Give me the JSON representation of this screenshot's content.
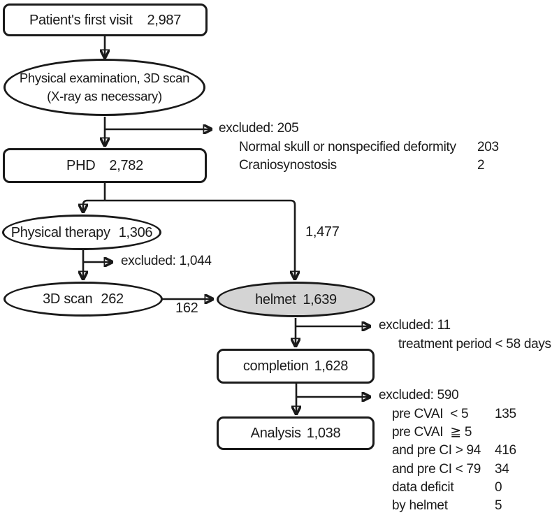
{
  "nodes": {
    "first_visit": {
      "label": "Patient's first visit",
      "count": "2,987"
    },
    "examination": {
      "line1": "Physical examination, 3D scan",
      "line2": "(X-ray as necessary)"
    },
    "phd": {
      "label": "PHD",
      "count": "2,782"
    },
    "physical_therapy": {
      "label": "Physical therapy",
      "count": "1,306"
    },
    "scan_3d": {
      "label": "3D scan",
      "count": "262"
    },
    "helmet": {
      "label": "helmet",
      "count": "1,639"
    },
    "completion": {
      "label": "completion",
      "count": "1,628"
    },
    "analysis": {
      "label": "Analysis",
      "count": "1,038"
    }
  },
  "edges": {
    "phd_to_helmet": "1,477",
    "scan_to_helmet": "162"
  },
  "exclusions": {
    "after_examination": {
      "title": "excluded: 205",
      "items": [
        {
          "label": "Normal skull or nonspecified deformity",
          "value": "203"
        },
        {
          "label": "Craniosynostosis",
          "value": "2"
        }
      ]
    },
    "after_physical_therapy": {
      "title": "excluded: 1,044"
    },
    "after_helmet": {
      "title": "excluded: 11",
      "items": [
        {
          "label": "treatment period < 58 days",
          "value": ""
        }
      ]
    },
    "after_completion": {
      "title": "excluded: 590",
      "items": [
        {
          "label": "pre CVAI  < 5",
          "value": "135"
        },
        {
          "label": "pre CVAI  ≧ 5",
          "value": ""
        },
        {
          "label": "and pre CI > 94",
          "value": "416"
        },
        {
          "label": "and pre CI < 79",
          "value": "34"
        },
        {
          "label": "data deficit",
          "value": "0"
        },
        {
          "label": "by helmet",
          "value": "5"
        }
      ]
    }
  },
  "colors": {
    "stroke": "#1a1a1a",
    "helmet_fill": "#d4d4d4",
    "background": "#ffffff"
  }
}
